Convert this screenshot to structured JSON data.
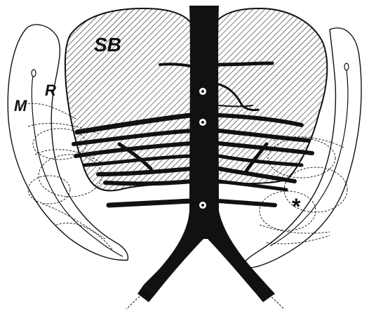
{
  "labels": {
    "small_bowel": "SB",
    "mesentery": "M",
    "rectum": "R",
    "asterisk": "*"
  },
  "colors": {
    "ink": "#111111",
    "background": "#ffffff"
  }
}
